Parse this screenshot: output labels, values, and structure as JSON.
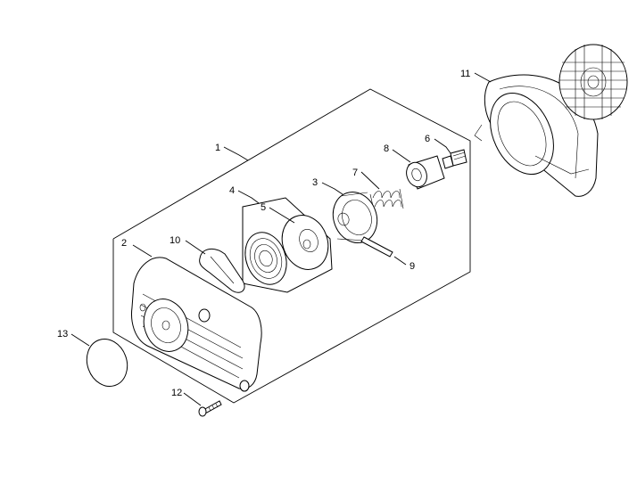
{
  "callouts": {
    "c1": "1",
    "c2": "2",
    "c3": "3",
    "c4": "4",
    "c5": "5",
    "c6": "6",
    "c7": "7",
    "c8": "8",
    "c9": "9",
    "c10": "10",
    "c11": "11",
    "c12": "12",
    "c13": "13"
  },
  "colors": {
    "line": "#000000",
    "background": "#ffffff",
    "fill": "#ffffff"
  }
}
